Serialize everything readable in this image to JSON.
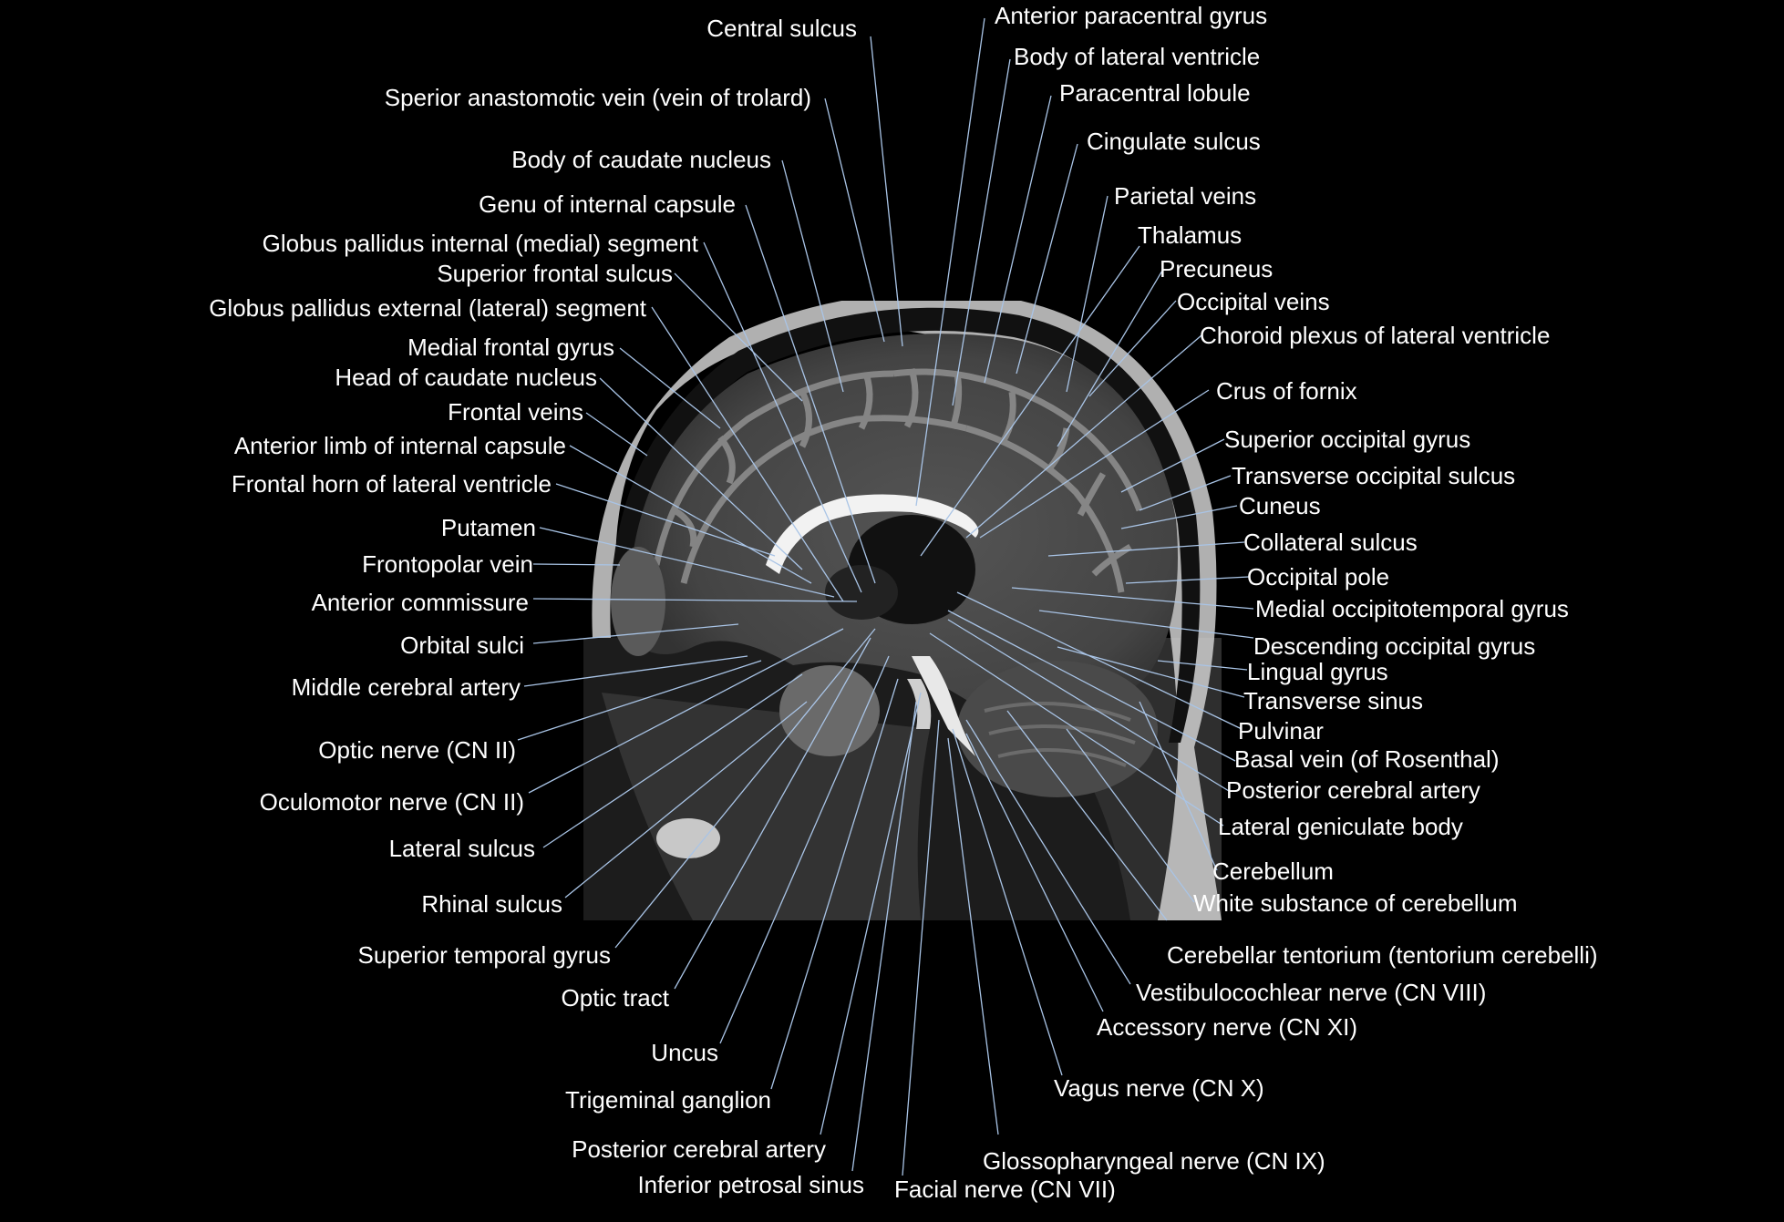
{
  "labels_left": [
    "Central sulcus",
    "Sperior anastomotic vein (vein of trolard)",
    "Body of caudate nucleus",
    "Genu of internal capsule",
    "Globus pallidus internal (medial) segment",
    "Superior frontal sulcus",
    "Globus pallidus external (lateral) segment",
    "Medial frontal gyrus",
    "Head of caudate nucleus",
    "Frontal veins",
    "Anterior limb of internal capsule",
    "Frontal horn of lateral ventricle",
    "Putamen",
    "Frontopolar vein",
    "Anterior commissure",
    "Orbital sulci",
    "Middle cerebral artery",
    "Optic nerve (CN II)",
    "Oculomotor nerve (CN II)",
    "Lateral sulcus",
    "Rhinal sulcus",
    "Superior temporal gyrus",
    "Optic tract",
    "Uncus",
    "Trigeminal ganglion",
    "Posterior cerebral artery",
    "Inferior petrosal sinus"
  ],
  "labels_right": [
    "Anterior paracentral gyrus",
    "Body of lateral ventricle",
    "Paracentral lobule",
    "Cingulate sulcus",
    "Parietal veins",
    "Thalamus",
    "Precuneus",
    "Occipital veins",
    "Choroid plexus of lateral ventricle",
    "Crus of fornix",
    "Superior occipital gyrus",
    "Transverse occipital sulcus",
    "Cuneus",
    "Collateral sulcus",
    "Occipital pole",
    "Medial occipitotemporal gyrus",
    "Descending occipital gyrus",
    "Lingual gyrus",
    "Transverse sinus",
    "Pulvinar",
    "Basal vein (of Rosenthal)",
    "Posterior cerebral artery",
    "Lateral geniculate body",
    "Cerebellum",
    "White substance of cerebellum",
    "Cerebellar tentorium (tentorium cerebelli)",
    "Vestibulocochlear nerve (CN VIII)",
    "Accessory nerve (CN XI)",
    "Vagus nerve (CN X)",
    "Glossopharyngeal nerve (CN IX)",
    "Facial nerve (CN VII)"
  ],
  "colors": {
    "background": "#000000",
    "text": "#ffffff",
    "leader_line": "#a9c4e6",
    "csf": "#f2f2f2",
    "gray_matter": "#8a8a8a",
    "white_matter": "#3c3c3c"
  }
}
